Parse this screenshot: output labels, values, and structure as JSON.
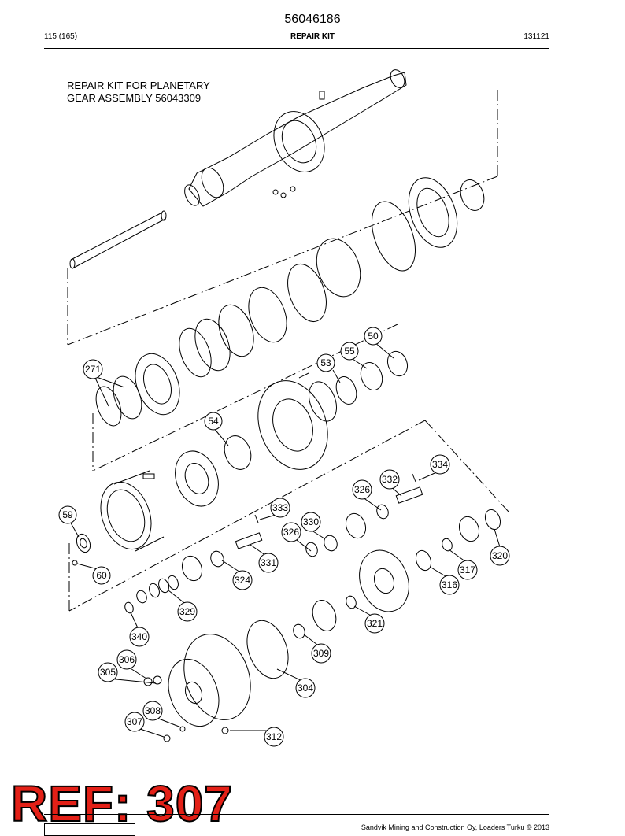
{
  "header": {
    "document_number": "56046186",
    "page": "115 (165)",
    "section": "REPAIR KIT",
    "code": "131121"
  },
  "kit_title": {
    "line1": "REPAIR KIT FOR PLANETARY",
    "line2": "GEAR ASSEMBLY 56043309"
  },
  "callouts": [
    "50",
    "55",
    "53",
    "271",
    "54",
    "334",
    "332",
    "326",
    "333",
    "330",
    "59",
    "326",
    "331",
    "320",
    "317",
    "60",
    "324",
    "316",
    "329",
    "321",
    "340",
    "309",
    "306",
    "305",
    "304",
    "308",
    "307",
    "312"
  ],
  "ref_banner": "REF: 307",
  "footer": {
    "copyright": "Sandvik Mining and Construction Oy, Loaders Turku © 2013"
  }
}
